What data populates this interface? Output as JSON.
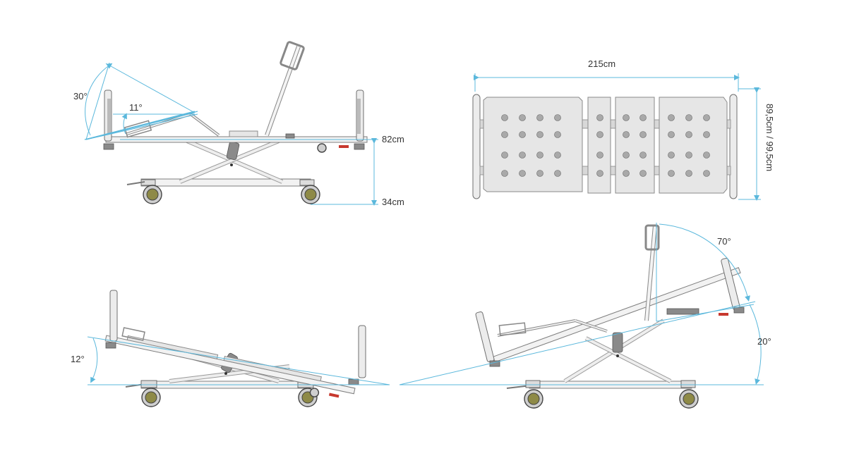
{
  "colors": {
    "dimension_line": "#5bb8dc",
    "frame": "#e6e6e6",
    "frame_outline": "#7e7e7e",
    "wheel_accent": "#8e8a47",
    "label_text": "#333333",
    "brake_red": "#c7382e"
  },
  "views": {
    "side_backrest": {
      "backrest_angle": "30°",
      "knee_angle": "11°",
      "max_height": "82cm",
      "min_height": "34cm"
    },
    "top": {
      "length": "215cm",
      "width": "89,5cm / 99,5cm"
    },
    "trendelenburg": {
      "tilt_angle": "12°"
    },
    "reverse_trendelenburg": {
      "backrest_angle": "70°",
      "tilt_angle": "20°"
    }
  }
}
